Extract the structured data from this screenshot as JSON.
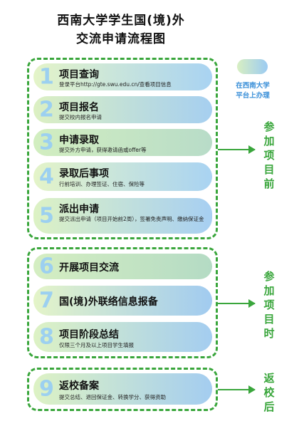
{
  "title": {
    "line1": "西南大学学生国(境)外",
    "line2": "交流申请流程图"
  },
  "legend": {
    "line1": "在西南大学",
    "line2": "平台上办理"
  },
  "steps": [
    {
      "num": "1",
      "title": "项目查询",
      "desc": "登录平台http://gte.swu.edu.cn/查看项目信息"
    },
    {
      "num": "2",
      "title": "项目报名",
      "desc": "提交校内报名申请"
    },
    {
      "num": "3",
      "title": "申请录取",
      "desc": "提交外方申请，获得邀请函或offer等"
    },
    {
      "num": "4",
      "title": "录取后事项",
      "desc": "行前培训、办理签证、住宿、保险等"
    },
    {
      "num": "5",
      "title": "派出申请",
      "desc": "提交派出申请（项目开始前2周），签署免责声明、缴纳保证金"
    },
    {
      "num": "6",
      "title": "开展项目交流",
      "desc": ""
    },
    {
      "num": "7",
      "title": "国(境)外联络信息报备",
      "desc": ""
    },
    {
      "num": "8",
      "title": "项目阶段总结",
      "desc": "仅限三个月及以上项目学生填报"
    },
    {
      "num": "9",
      "title": "返校备案",
      "desc": "提交总结、退回保证金、转换学分、获得资助"
    }
  ],
  "phases": {
    "before": [
      "参",
      "加",
      "项",
      "目",
      "前"
    ],
    "during": [
      "参",
      "加",
      "项",
      "目",
      "时"
    ],
    "after": [
      "返",
      "校",
      "后"
    ]
  },
  "colors": {
    "accent_green": "#3aa63c",
    "legend_blue": "#3a8fd8",
    "number_blue": "#9cd0f0"
  }
}
